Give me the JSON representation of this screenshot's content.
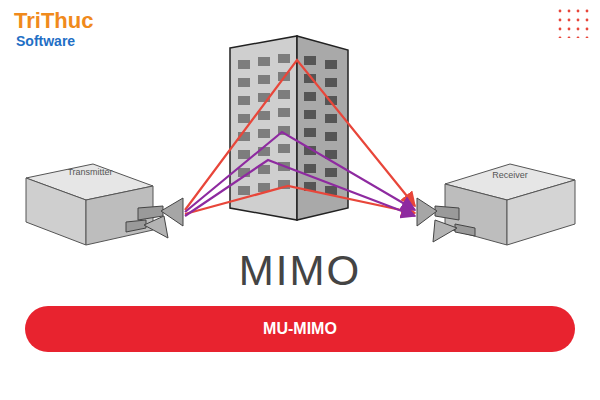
{
  "diagram": {
    "nodes": [
      {
        "text": [
          "Transmitter"
        ]
      },
      {
        "text": [
          "Receiver"
        ]
      },
      {
        "text": [
          "MU-MIMO"
        ]
      }
    ],
    "edges": [
      {
        "from": 0,
        "to": 1,
        "arrow": "to"
      },
      {
        "from": 0,
        "to": 1,
        "arrow": "to"
      },
      {
        "from": 0,
        "to": 1,
        "arrow": "to"
      },
      {
        "from": 0,
        "to": 1,
        "arrow": "to"
      }
    ],
    "labels": [
      "TriThuc",
      "Software",
      "MIMO"
    ]
  }
}
